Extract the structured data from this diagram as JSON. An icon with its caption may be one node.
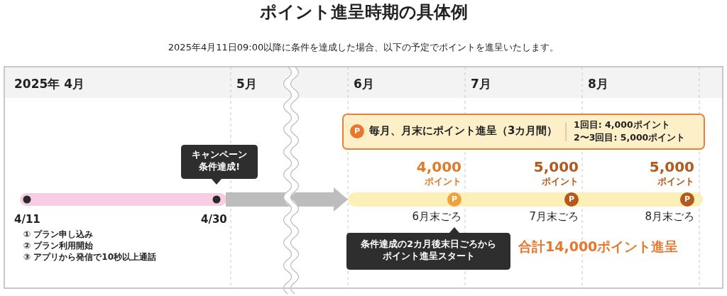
{
  "diagram": {
    "title": "ポイント進呈時期の具体例",
    "caption": "2025年4月11日09:00以降に条件を達成した場合、以下の予定でポイントを進呈いたします。",
    "nodes": [
      {
        "text": [
          "キャンペーン条件達成!"
        ]
      },
      {
        "text": [
          "P",
          "毎月、月末に**ポイント進呈**（3カ月間）",
          "1回目: **4,000ポイント**",
          "2〜3回目: **5,000ポイント**"
        ]
      },
      {
        "text": [
          "条件達成の2カ月後末日ごろからポイント進呈スタート"
        ]
      }
    ],
    "labels": [
      "2025年 4月",
      "5月",
      "6月",
      "7月",
      "8月",
      "4,000",
      "ポイント",
      "5,000",
      "ポイント",
      "5,000",
      "ポイント",
      "P",
      "P",
      "P",
      "4/11",
      "4/30",
      "6月末ごろ",
      "7月末ごろ",
      "8月末ごろ",
      "① プラン申し込み",
      "② プラン利用開始",
      "③ アプリから発信で10秒以上通話",
      "合計**14,000**ポイント進呈"
    ]
  }
}
